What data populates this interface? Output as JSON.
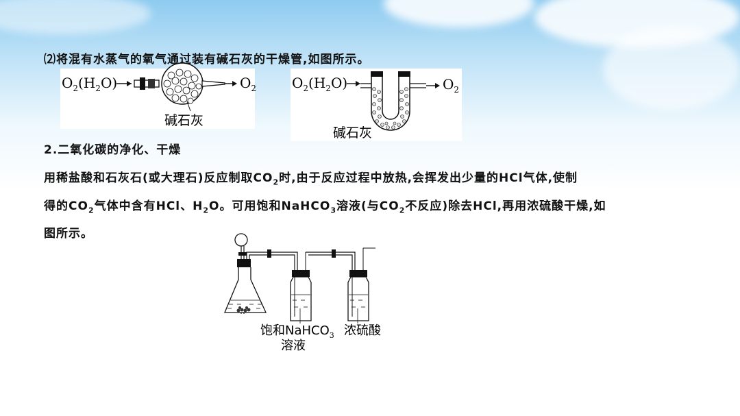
{
  "section2": {
    "line": "⑵将混有水蒸气的氧气通过装有碱石灰的干燥管,如图所示。"
  },
  "fig1": {
    "in_label": "O",
    "in_sub": "2",
    "in_rest": "(H",
    "in_sub2": "2",
    "in_end": "O)",
    "out_label": "O",
    "out_sub": "2",
    "caption": "碱石灰"
  },
  "fig2": {
    "in_label": "O",
    "in_sub": "2",
    "in_rest": "(H",
    "in_sub2": "2",
    "in_end": "O)",
    "out_label": "O",
    "out_sub": "2",
    "caption": "碱石灰"
  },
  "heading2": "2.二氧化碳的净化、干燥",
  "para": {
    "l1a": "用稀盐酸和石灰石(或大理石)反应制取CO",
    "l1sub": "2",
    "l1b": "时,由于反应过程中放热,会挥发出少量的HCl气体,使制",
    "l2a": "得的CO",
    "l2sub": "2",
    "l2b": "气体中含有HCl、H",
    "l2sub2": "2",
    "l2c": "O。可用饱和NaHCO",
    "l2sub3": "3",
    "l2d": "溶液(与CO",
    "l2sub4": "2",
    "l2e": "不反应)除去HCl,再用浓硫酸干燥,如",
    "l3": "图所示。"
  },
  "fig3": {
    "cap1a": "饱和NaHCO",
    "cap1sub": "3",
    "cap1b": "溶液",
    "cap2": "浓硫酸"
  }
}
